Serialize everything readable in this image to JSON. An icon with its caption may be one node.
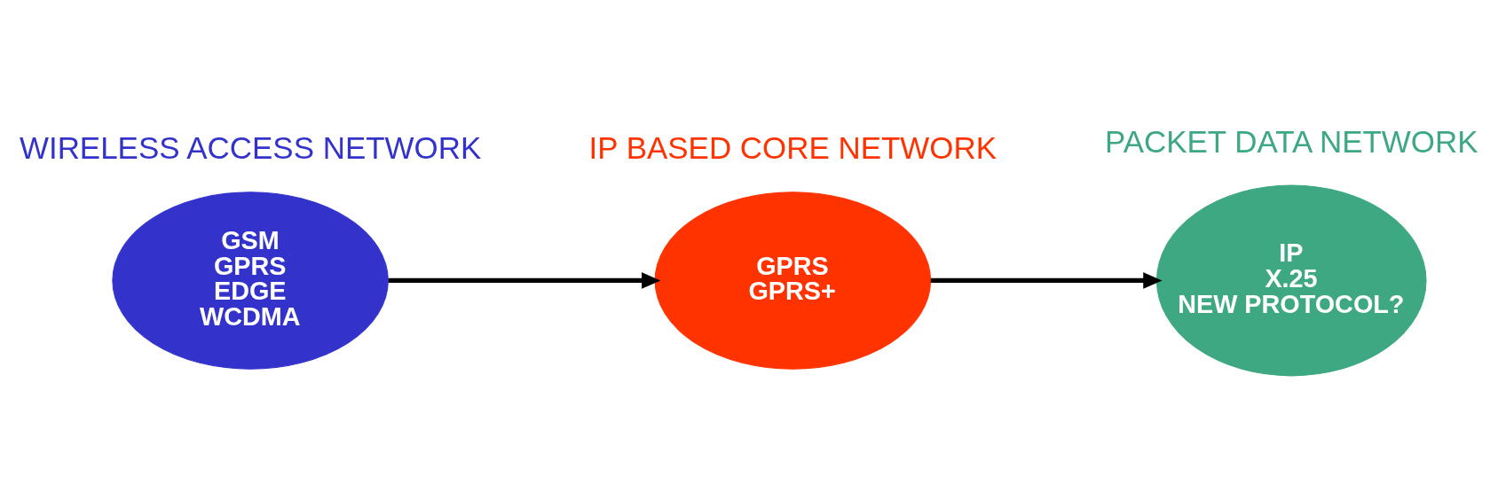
{
  "diagram": {
    "nodes": [
      {
        "text": [
          "GSM",
          "GPRS",
          "EDGE",
          "WCDMA"
        ],
        "beside": [
          "WIRELESS ACCESS NETWORK"
        ]
      },
      {
        "text": [
          "GPRS",
          "GPRS+"
        ],
        "beside": [
          "IP BASED CORE NETWORK"
        ]
      },
      {
        "text": [
          "IP",
          "X.25",
          "NEW PROTOCOL?"
        ],
        "beside": [
          "PACKET DATA NETWORK"
        ]
      }
    ],
    "edges": [
      {
        "from": 0,
        "to": 1,
        "arrow": "to"
      },
      {
        "from": 1,
        "to": 2,
        "arrow": "to"
      }
    ]
  }
}
